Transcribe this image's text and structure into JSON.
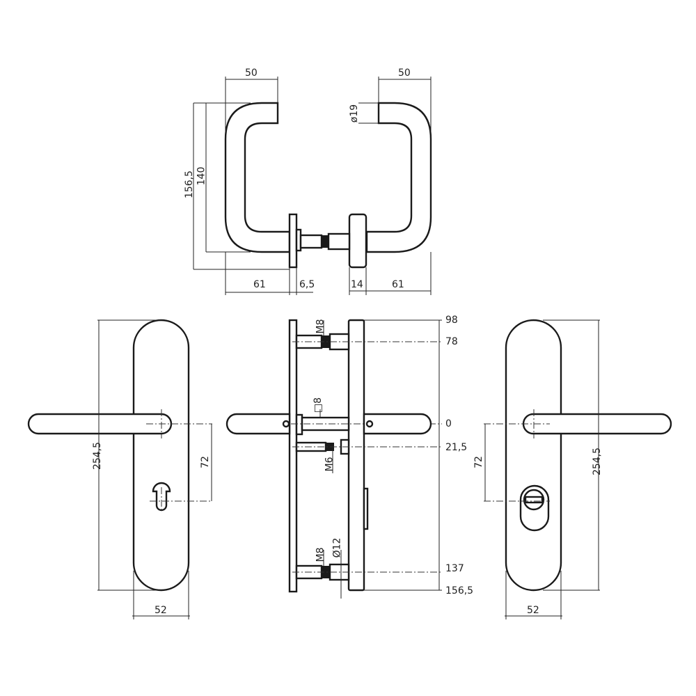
{
  "drawing": {
    "subject": "Door handle set on long backplates with cylinder hole",
    "stroke_color": "#1a1a1a",
    "background": "#ffffff"
  },
  "top_view": {
    "left_handle": {
      "width_top": "50",
      "height_outer": "156,5",
      "height_inner": "140",
      "projection": "61",
      "rose_thickness": "6,5"
    },
    "right_handle": {
      "width_top": "50",
      "tube_diameter": "ø19",
      "rose_thickness": "14",
      "projection": "61"
    }
  },
  "front_view_left": {
    "plate_height": "254,5",
    "center_distance": "72",
    "plate_width": "52"
  },
  "side_view": {
    "labels": {
      "thread_top": "M8",
      "spindle": "□8",
      "thread_mid": "M6",
      "thread_bottom": "M8",
      "bush_diameter": "Ø12"
    },
    "positions": [
      "98",
      "78",
      "0",
      "21,5",
      "137",
      "156,5"
    ]
  },
  "front_view_right": {
    "plate_height": "254,5",
    "center_distance": "72",
    "plate_width": "52"
  }
}
